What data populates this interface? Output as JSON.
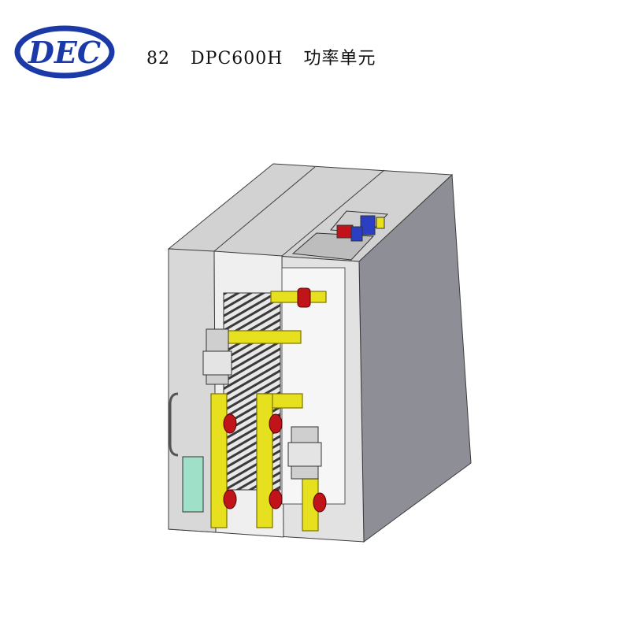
{
  "header": {
    "logo_text": "DEC",
    "number": "82",
    "model": "DPC600H",
    "name": "功率单元"
  },
  "colors": {
    "logo_blue": "#1b3aa8",
    "panel_light": "#dcdcdc",
    "panel_mid": "#c8c8c8",
    "panel_dark": "#8e8e96",
    "busbar": "#e6e01e",
    "busbar_edge": "#7a7400",
    "insulator_red": "#c0141a",
    "terminal_blue": "#2a3fc4",
    "heatsink": "#3a3a3a",
    "window_green": "#9fe0c8"
  },
  "icons": [
    "dec-logo-icon",
    "power-unit-drawing"
  ]
}
